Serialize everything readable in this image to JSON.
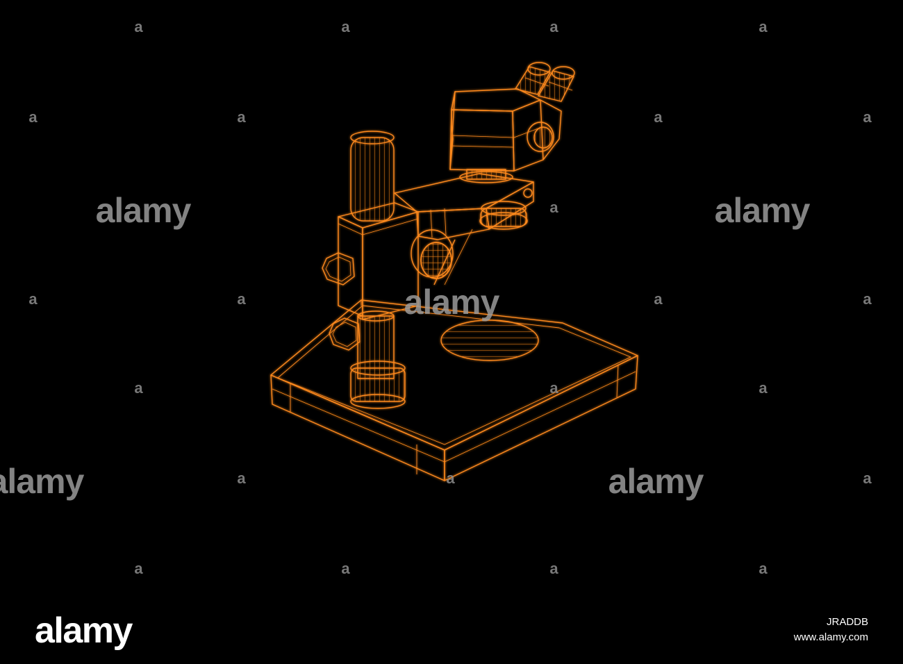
{
  "image": {
    "subject": "stereo-microscope-wireframe",
    "background_color": "#000000",
    "wire_color": "#ff8a1e",
    "wire_glow_color": "#ff6a00"
  },
  "watermark": {
    "word": "alamy",
    "mark": "a",
    "color": "#9a9a9a"
  },
  "footer": {
    "logo": "alamy",
    "image_id": "JRADDB",
    "site": "www.alamy.com"
  }
}
